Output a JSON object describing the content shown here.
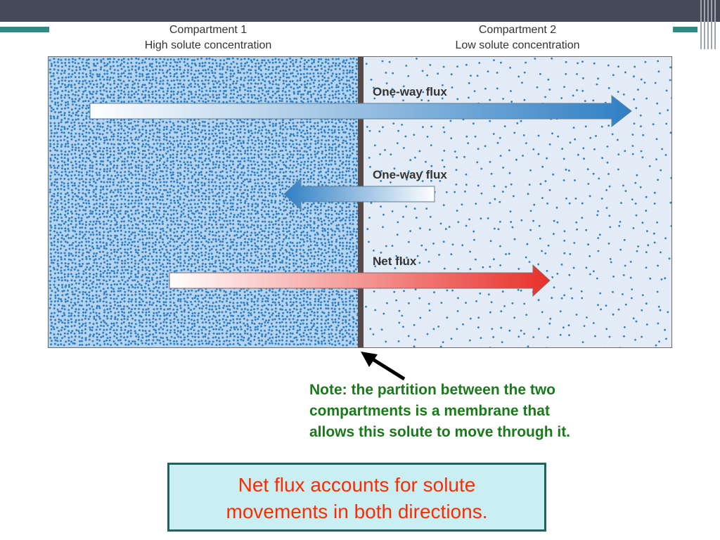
{
  "compartment_1": {
    "title": "Compartment 1",
    "subtitle": "High solute concentration"
  },
  "compartment_2": {
    "title": "Compartment 2",
    "subtitle": "Low solute concentration"
  },
  "arrows": [
    {
      "label": "One-way flux",
      "direction": "right",
      "color": "#2f7fc4"
    },
    {
      "label": "One-way flux",
      "direction": "left",
      "color": "#2f7fc4"
    },
    {
      "label": "Net flux",
      "direction": "right",
      "color": "#e8302a"
    }
  ],
  "note": {
    "lines": [
      "Note: the partition between the two",
      "compartments is a membrane that",
      "allows this solute to move through it."
    ],
    "color": "#1a7a1a"
  },
  "callout": {
    "lines": [
      "Net flux accounts for solute",
      "movements in both directions."
    ],
    "text_color": "#ff2a00",
    "background": "#c9eff3"
  },
  "colors": {
    "left_background": "#b7d4ef",
    "right_background": "#e2ebf6",
    "dots": "#2f7fc4",
    "membrane": "#5a4a46"
  }
}
